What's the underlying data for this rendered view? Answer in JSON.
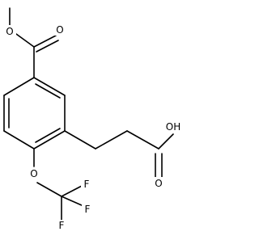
{
  "molecule": {
    "atoms": {
      "ester_carbonyl_O": "O",
      "ester_ether_O": "O",
      "acid_hydroxyl": "OH",
      "acid_carbonyl_O": "O",
      "aryl_ether_O": "O",
      "fluorine_1": "F",
      "fluorine_2": "F",
      "fluorine_3": "F"
    }
  }
}
